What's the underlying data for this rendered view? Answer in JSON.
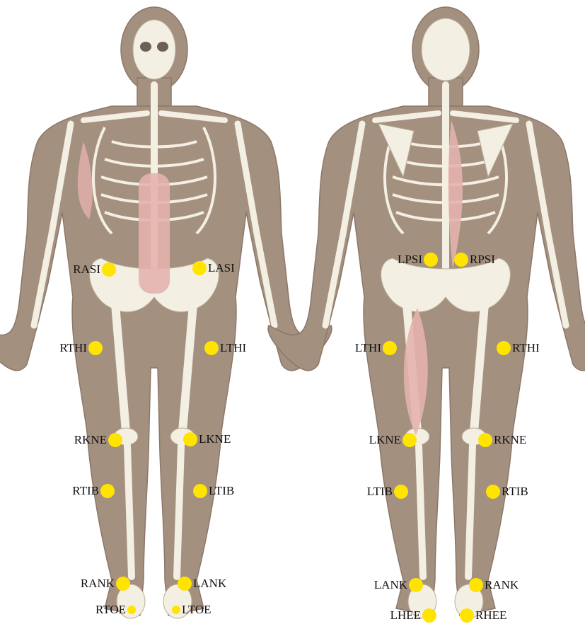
{
  "colors": {
    "skin": "#a4907f",
    "skin_edge": "#8c776a",
    "bone": "#f3efe3",
    "bone_edge": "#b9ae99",
    "muscle": "#e4b2ae",
    "marker": "#ffe400",
    "label": "#111111"
  },
  "anterior": {
    "markers": [
      {
        "id": "RASI",
        "label": "RASI"
      },
      {
        "id": "LASI",
        "label": "LASI"
      },
      {
        "id": "RTHI",
        "label": "RTHI"
      },
      {
        "id": "LTHI",
        "label": "LTHI"
      },
      {
        "id": "RKNE",
        "label": "RKNE"
      },
      {
        "id": "LKNE",
        "label": "LKNE"
      },
      {
        "id": "RTIB",
        "label": "RTIB"
      },
      {
        "id": "LTIB",
        "label": "LTIB"
      },
      {
        "id": "RANK",
        "label": "RANK"
      },
      {
        "id": "LANK",
        "label": "LANK"
      },
      {
        "id": "RTOE",
        "label": "RTOE"
      },
      {
        "id": "LTOE",
        "label": "LTOE"
      }
    ]
  },
  "posterior": {
    "markers": [
      {
        "id": "LPSI",
        "label": "LPSI"
      },
      {
        "id": "RPSI",
        "label": "RPSI"
      },
      {
        "id": "LTHI",
        "label": "LTHI"
      },
      {
        "id": "RTHI",
        "label": "RTHI"
      },
      {
        "id": "LKNE",
        "label": "LKNE"
      },
      {
        "id": "RKNE",
        "label": "RKNE"
      },
      {
        "id": "LTIB",
        "label": "LTIB"
      },
      {
        "id": "RTIB",
        "label": "RTIB"
      },
      {
        "id": "LANK",
        "label": "LANK"
      },
      {
        "id": "RANK",
        "label": "RANK"
      },
      {
        "id": "LHEE",
        "label": "LHEE"
      },
      {
        "id": "RHEE",
        "label": "RHEE"
      }
    ]
  }
}
